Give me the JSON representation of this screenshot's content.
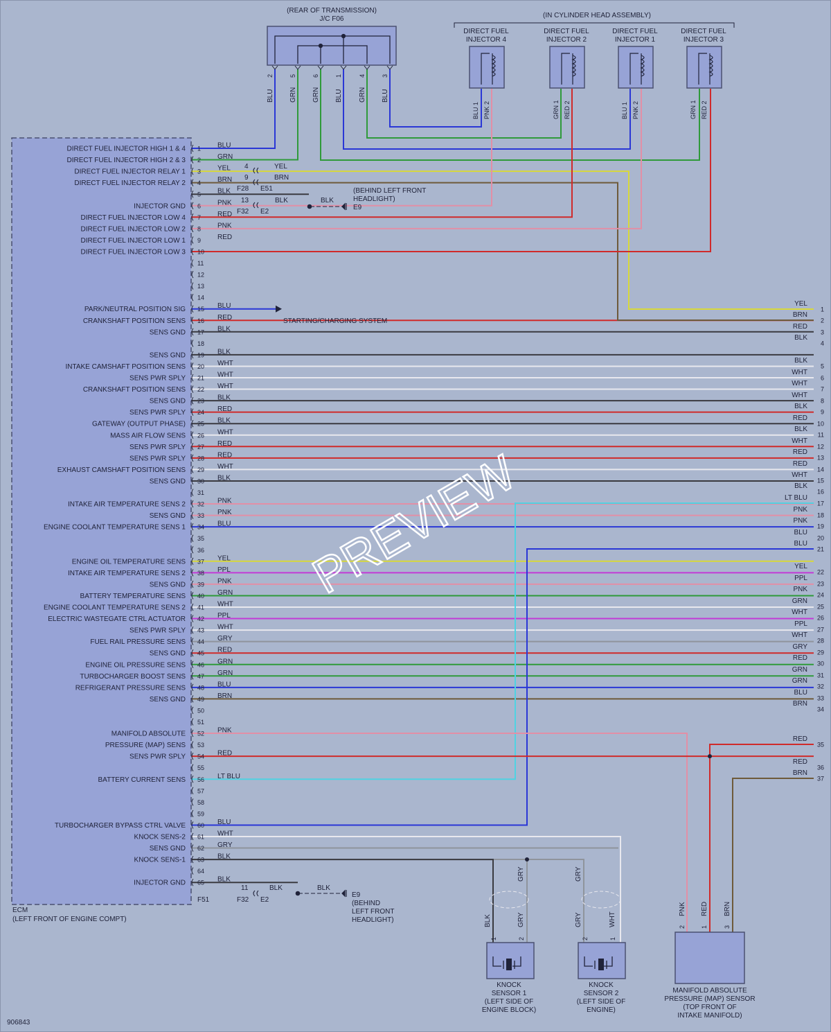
{
  "figure_id": "906843",
  "watermark": "PREVIEW",
  "colors": {
    "background": "#aab6ce",
    "box_fill": "#97a3d6",
    "box_stroke": "#4a5070",
    "wire": {
      "BLU": "#2a37d6",
      "GRN": "#2f9a3a",
      "YEL": "#d8d83a",
      "BRN": "#6e5a3a",
      "BLK": "#3a3a40",
      "PNK": "#e28fa6",
      "RED": "#d02a2a",
      "WHT": "#e8e8ee",
      "GRY": "#8f949c",
      "PPL": "#c23ad6",
      "LT BLU": "#4fd2e2"
    }
  },
  "ecm": {
    "name": "ECM",
    "location": "(LEFT FRONT OF ENGINE COMPT)",
    "pins": [
      {
        "pin": 1,
        "label": "DIRECT FUEL INJECTOR HIGH 1 & 4",
        "wire": "BLU"
      },
      {
        "pin": 2,
        "label": "DIRECT FUEL INJECTOR HIGH 2 & 3",
        "wire": "GRN"
      },
      {
        "pin": 3,
        "label": "DIRECT FUEL INJECTOR RELAY 1",
        "wire": "YEL"
      },
      {
        "pin": 4,
        "label": "DIRECT FUEL INJECTOR RELAY 2",
        "wire": "BRN"
      },
      {
        "pin": 5,
        "label": "",
        "wire": "BLK"
      },
      {
        "pin": 6,
        "label": "INJECTOR GND",
        "wire": "PNK"
      },
      {
        "pin": 7,
        "label": "DIRECT FUEL INJECTOR LOW 4",
        "wire": "RED"
      },
      {
        "pin": 8,
        "label": "DIRECT FUEL INJECTOR LOW 2",
        "wire": "PNK"
      },
      {
        "pin": 9,
        "label": "DIRECT FUEL INJECTOR LOW 1",
        "wire": "RED"
      },
      {
        "pin": 10,
        "label": "DIRECT FUEL INJECTOR LOW 3",
        "wire": ""
      },
      {
        "pin": 11,
        "label": "",
        "wire": ""
      },
      {
        "pin": 12,
        "label": "",
        "wire": ""
      },
      {
        "pin": 13,
        "label": "",
        "wire": ""
      },
      {
        "pin": 14,
        "label": "",
        "wire": ""
      },
      {
        "pin": 15,
        "label": "PARK/NEUTRAL POSITION SIG",
        "wire": "BLU"
      },
      {
        "pin": 16,
        "label": "CRANKSHAFT POSITION SENS",
        "wire": "RED"
      },
      {
        "pin": 17,
        "label": "SENS GND",
        "wire": "BLK"
      },
      {
        "pin": 18,
        "label": "",
        "wire": ""
      },
      {
        "pin": 19,
        "label": "SENS GND",
        "wire": "BLK"
      },
      {
        "pin": 20,
        "label": "INTAKE CAMSHAFT POSITION SENS",
        "wire": "WHT"
      },
      {
        "pin": 21,
        "label": "SENS PWR SPLY",
        "wire": "WHT"
      },
      {
        "pin": 22,
        "label": "CRANKSHAFT POSITION SENS",
        "wire": "WHT"
      },
      {
        "pin": 23,
        "label": "SENS GND",
        "wire": "BLK"
      },
      {
        "pin": 24,
        "label": "SENS PWR SPLY",
        "wire": "RED"
      },
      {
        "pin": 25,
        "label": "GATEWAY (OUTPUT PHASE)",
        "wire": "BLK"
      },
      {
        "pin": 26,
        "label": "MASS AIR FLOW SENS",
        "wire": "WHT"
      },
      {
        "pin": 27,
        "label": "SENS PWR SPLY",
        "wire": "RED"
      },
      {
        "pin": 28,
        "label": "SENS PWR SPLY",
        "wire": "RED"
      },
      {
        "pin": 29,
        "label": "EXHAUST CAMSHAFT POSITION SENS",
        "wire": "WHT"
      },
      {
        "pin": 30,
        "label": "SENS GND",
        "wire": "BLK"
      },
      {
        "pin": 31,
        "label": "",
        "wire": ""
      },
      {
        "pin": 32,
        "label": "INTAKE AIR TEMPERATURE SENS 2",
        "wire": "PNK"
      },
      {
        "pin": 33,
        "label": "SENS GND",
        "wire": "PNK"
      },
      {
        "pin": 34,
        "label": "ENGINE COOLANT TEMPERATURE SENS 1",
        "wire": "BLU"
      },
      {
        "pin": 35,
        "label": "",
        "wire": ""
      },
      {
        "pin": 36,
        "label": "",
        "wire": ""
      },
      {
        "pin": 37,
        "label": "ENGINE OIL TEMPERATURE SENS",
        "wire": "YEL"
      },
      {
        "pin": 38,
        "label": "INTAKE AIR TEMPERATURE SENS 2",
        "wire": "PPL"
      },
      {
        "pin": 39,
        "label": "SENS GND",
        "wire": "PNK"
      },
      {
        "pin": 40,
        "label": "BATTERY TEMPERATURE SENS",
        "wire": "GRN"
      },
      {
        "pin": 41,
        "label": "ENGINE COOLANT TEMPERATURE SENS 2",
        "wire": "WHT"
      },
      {
        "pin": 42,
        "label": "ELECTRIC WASTEGATE CTRL ACTUATOR",
        "wire": "PPL"
      },
      {
        "pin": 43,
        "label": "SENS PWR SPLY",
        "wire": "WHT"
      },
      {
        "pin": 44,
        "label": "FUEL RAIL PRESSURE SENS",
        "wire": "GRY"
      },
      {
        "pin": 45,
        "label": "SENS GND",
        "wire": "RED"
      },
      {
        "pin": 46,
        "label": "ENGINE OIL PRESSURE SENS",
        "wire": "GRN"
      },
      {
        "pin": 47,
        "label": "TURBOCHARGER BOOST SENS",
        "wire": "GRN"
      },
      {
        "pin": 48,
        "label": "REFRIGERANT PRESSURE SENS",
        "wire": "BLU"
      },
      {
        "pin": 49,
        "label": "SENS GND",
        "wire": "BRN"
      },
      {
        "pin": 50,
        "label": "",
        "wire": ""
      },
      {
        "pin": 51,
        "label": "",
        "wire": ""
      },
      {
        "pin": 52,
        "label": "MANIFOLD ABSOLUTE",
        "wire": "PNK"
      },
      {
        "pin": 53,
        "label": "PRESSURE (MAP) SENS",
        "wire": ""
      },
      {
        "pin": 54,
        "label": "SENS PWR SPLY",
        "wire": "RED"
      },
      {
        "pin": 55,
        "label": "",
        "wire": ""
      },
      {
        "pin": 56,
        "label": "BATTERY CURRENT SENS",
        "wire": "LT BLU"
      },
      {
        "pin": 57,
        "label": "",
        "wire": ""
      },
      {
        "pin": 58,
        "label": "",
        "wire": ""
      },
      {
        "pin": 59,
        "label": "",
        "wire": ""
      },
      {
        "pin": 60,
        "label": "TURBOCHARGER BYPASS CTRL VALVE",
        "wire": "BLU"
      },
      {
        "pin": 61,
        "label": "KNOCK SENS-2",
        "wire": "WHT"
      },
      {
        "pin": 62,
        "label": "SENS GND",
        "wire": "GRY"
      },
      {
        "pin": 63,
        "label": "KNOCK SENS-1",
        "wire": "BLK"
      },
      {
        "pin": 64,
        "label": "",
        "wire": ""
      },
      {
        "pin": 65,
        "label": "INJECTOR GND",
        "wire": "BLK"
      }
    ]
  },
  "right_terminals": [
    {
      "num": "1",
      "wire": "YEL"
    },
    {
      "num": "2",
      "wire": "BRN"
    },
    {
      "num": "3",
      "wire": "RED"
    },
    {
      "num": "4",
      "wire": "BLK"
    },
    {
      "num": "5",
      "wire": "BLK"
    },
    {
      "num": "6",
      "wire": "WHT"
    },
    {
      "num": "7",
      "wire": "WHT"
    },
    {
      "num": "8",
      "wire": "WHT"
    },
    {
      "num": "9",
      "wire": "BLK"
    },
    {
      "num": "10",
      "wire": "RED"
    },
    {
      "num": "11",
      "wire": "BLK"
    },
    {
      "num": "12",
      "wire": "WHT"
    },
    {
      "num": "13",
      "wire": "RED"
    },
    {
      "num": "14",
      "wire": "RED"
    },
    {
      "num": "15",
      "wire": "WHT"
    },
    {
      "num": "16",
      "wire": "BLK"
    },
    {
      "num": "17",
      "wire": "LT BLU"
    },
    {
      "num": "18",
      "wire": "PNK"
    },
    {
      "num": "19",
      "wire": "PNK"
    },
    {
      "num": "20",
      "wire": "BLU"
    },
    {
      "num": "21",
      "wire": "BLU"
    },
    {
      "num": "22",
      "wire": "YEL"
    },
    {
      "num": "23",
      "wire": "PPL"
    },
    {
      "num": "24",
      "wire": "PNK"
    },
    {
      "num": "25",
      "wire": "GRN"
    },
    {
      "num": "26",
      "wire": "WHT"
    },
    {
      "num": "27",
      "wire": "PPL"
    },
    {
      "num": "28",
      "wire": "WHT"
    },
    {
      "num": "29",
      "wire": "GRY"
    },
    {
      "num": "30",
      "wire": "RED"
    },
    {
      "num": "31",
      "wire": "GRN"
    },
    {
      "num": "32",
      "wire": "GRN"
    },
    {
      "num": "33",
      "wire": "BLU"
    },
    {
      "num": "34",
      "wire": "BRN"
    },
    {
      "num": "35",
      "wire": "RED"
    },
    {
      "num": "36",
      "wire": "RED"
    },
    {
      "num": "37",
      "wire": "BRN"
    }
  ],
  "jc": {
    "title": "(REAR OF TRANSMISSION)",
    "name": "J/C F06",
    "pins": [
      {
        "num": "2",
        "wire": "BLU"
      },
      {
        "num": "5",
        "wire": "GRN"
      },
      {
        "num": "6",
        "wire": "GRN"
      },
      {
        "num": "1",
        "wire": "BLU"
      },
      {
        "num": "4",
        "wire": "GRN"
      },
      {
        "num": "3",
        "wire": "BLU"
      }
    ]
  },
  "cylinder_head": {
    "title": "(IN CYLINDER HEAD ASSEMBLY)",
    "injectors": [
      {
        "name": "DIRECT FUEL",
        "sub": "INJECTOR 4",
        "p1": "BLU 1",
        "p2": "PNK 2"
      },
      {
        "name": "DIRECT FUEL",
        "sub": "INJECTOR 2",
        "p1": "GRN 1",
        "p2": "RED 2"
      },
      {
        "name": "DIRECT FUEL",
        "sub": "INJECTOR 1",
        "p1": "BLU 1",
        "p2": "PNK 2"
      },
      {
        "name": "DIRECT FUEL",
        "sub": "INJECTOR 3",
        "p1": "GRN 1",
        "p2": "RED 2"
      }
    ]
  },
  "inline_connectors": {
    "yel": "YEL",
    "brn": "BRN",
    "blk": "BLK",
    "pin4": "4",
    "pin9": "9",
    "pin13": "13",
    "pin11": "11",
    "f28": "F28",
    "e51": "E51",
    "f32": "F32",
    "e2": "E2",
    "f51": "F51",
    "e9": "E9"
  },
  "ground_top": {
    "lines": [
      "(BEHIND LEFT FRONT",
      "HEADLIGHT)"
    ]
  },
  "ground_bottom": {
    "lines": [
      "(BEHIND",
      "LEFT FRONT",
      "HEADLIGHT)"
    ]
  },
  "starting_charging": "STARTING/CHARGING SYSTEM",
  "knock1": {
    "lines": [
      "KNOCK",
      "SENSOR 1",
      "(LEFT SIDE OF",
      "ENGINE BLOCK)"
    ],
    "pin1": "1",
    "pin2": "2",
    "w1": "BLK",
    "w2": "GRY",
    "w_top": "GRY"
  },
  "knock2": {
    "lines": [
      "KNOCK",
      "SENSOR 2",
      "(LEFT SIDE OF",
      "ENGINE)"
    ],
    "pin1": "1",
    "pin2": "2",
    "w1": "GRY",
    "w2": "WHT",
    "w_top": "GRY"
  },
  "map": {
    "lines": [
      "MANIFOLD ABSOLUTE",
      "PRESSURE (MAP) SENSOR",
      "(TOP FRONT OF",
      "INTAKE MANIFOLD)"
    ],
    "p1": "PNK",
    "p2": "RED",
    "p3": "BRN",
    "n1": "2",
    "n2": "1",
    "n3": "3"
  }
}
